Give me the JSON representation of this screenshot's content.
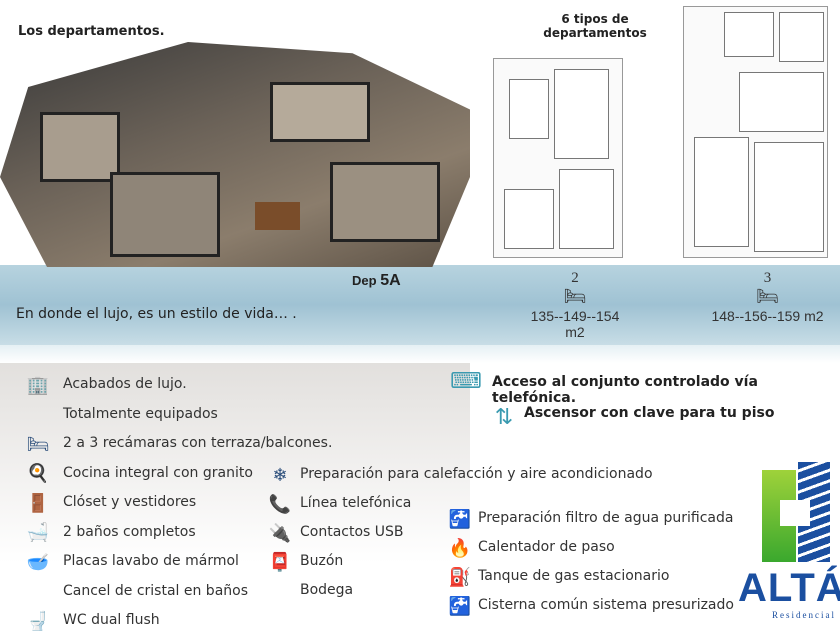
{
  "title": "Los departamentos.",
  "types_label_1": "6 tipos de",
  "types_label_2": "departamentos",
  "render_label_prefix": "Dep",
  "render_label_unit": "5A",
  "tagline": "En donde el lujo, es un estilo de vida… .",
  "unit_types": [
    {
      "bedrooms": "2",
      "area": "135--149--154 m2"
    },
    {
      "bedrooms": "3",
      "area": "148--156--159 m2"
    }
  ],
  "highlights": [
    "Acceso al conjunto controlado vía telefónica.",
    "Ascensor con clave para tu piso"
  ],
  "features_left": [
    "Acabados de lujo.",
    "Totalmente equipados",
    "2 a 3 recámaras con terraza/balcones.",
    "Cocina integral con granito",
    "Clóset y vestidores",
    "2 baños completos",
    "Placas lavabo de mármol",
    "Cancel de cristal en baños",
    "WC dual flush"
  ],
  "features_middle": [
    "Preparación para calefacción y aire acondicionado",
    "Línea telefónica",
    "Contactos USB",
    "Buzón",
    "Bodega"
  ],
  "features_right": [
    "Preparación filtro de agua purificada",
    "Calentador de paso",
    "Tanque de gas estacionario",
    "Cisterna común sistema presurizado"
  ],
  "logo": {
    "name": "ALTÁI",
    "sub": "Residencial"
  },
  "colors": {
    "band": "#a9c8d7",
    "icon": "#2a4d7a",
    "logo_green": "#5cb82e",
    "logo_blue": "#1b4fa0"
  }
}
